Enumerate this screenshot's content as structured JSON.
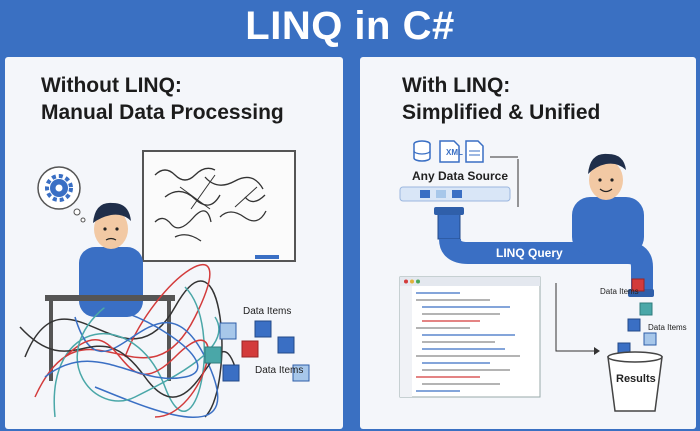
{
  "title": "LINQ in C#",
  "left_panel": {
    "heading_line1": "Without LINQ:",
    "heading_line2": "Manual Data Processing",
    "data_items_label_1": "Data Items",
    "data_items_label_2": "Data Items"
  },
  "right_panel": {
    "heading_line1": "With LINQ:",
    "heading_line2": "Simplified & Unified",
    "source_label": "Any Data Source",
    "xml_icon_text": "XML",
    "pipe_label": "LINQ Query",
    "data_items_label_1": "Data Items",
    "data_items_label_2": "Data Items",
    "results_label": "Results"
  },
  "colors": {
    "background": "#3a70c2",
    "panel": "#f4f6fa",
    "accent_blue": "#3a6fc4",
    "accent_red": "#d33b3b",
    "accent_teal": "#4aa7a8"
  }
}
